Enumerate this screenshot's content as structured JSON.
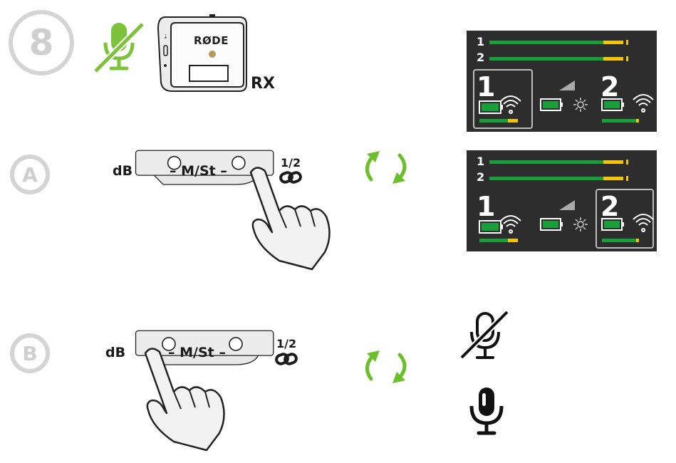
{
  "steps": {
    "main": "8",
    "a": "A",
    "b": "B"
  },
  "device": {
    "brand": "RØDE",
    "label": "RX"
  },
  "control_bar": {
    "db": "dB",
    "mode": "– M/St –",
    "channel_top": "1",
    "channel_sep": "/",
    "channel_bottom": "2"
  },
  "display": {
    "channel_1": "1",
    "channel_2": "2"
  },
  "colors": {
    "green": "#66bb22",
    "meter_green": "#1a9e3a",
    "meter_yellow": "#f5c400",
    "display_bg": "#2d2d2d",
    "step_gray": "#d4d4d4"
  }
}
